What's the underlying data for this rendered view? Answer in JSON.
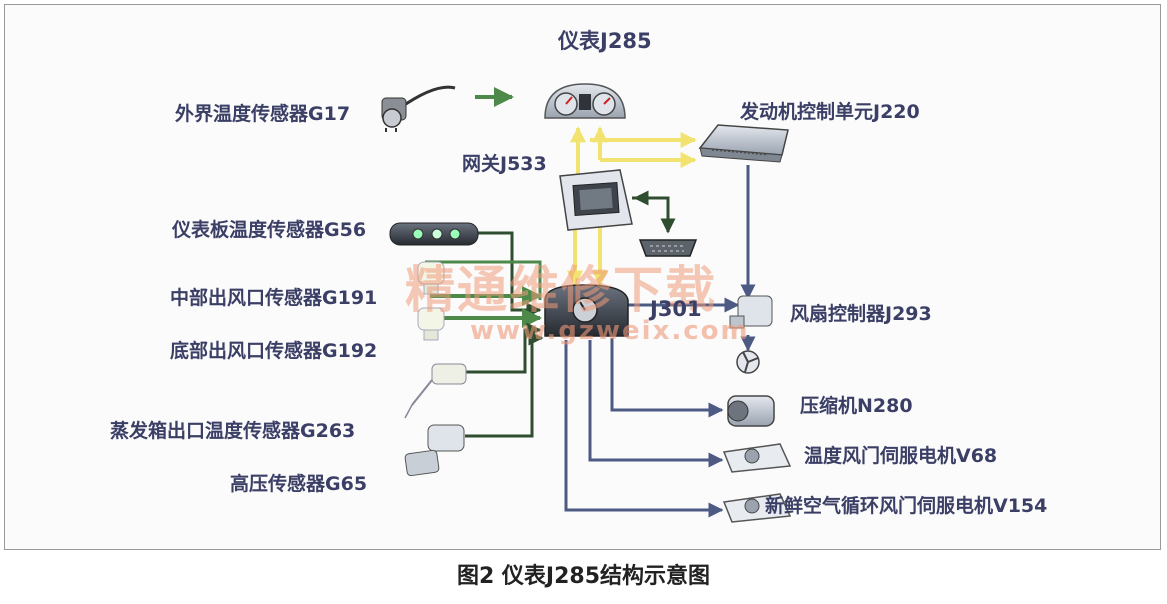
{
  "labels": {
    "j285": "仪表J285",
    "g17": "外界温度传感器G17",
    "j220": "发动机控制单元J220",
    "j533": "网关J533",
    "g56": "仪表板温度传感器G56",
    "g191": "中部出风口传感器G191",
    "g192": "底部出风口传感器G192",
    "j301": "J301",
    "j293": "风扇控制器J293",
    "g263": "蒸发箱出口温度传感器G263",
    "n280": "压缩机N280",
    "v68": "温度风门伺服电机V68",
    "g65": "高压传感器G65",
    "v154": "新鲜空气循环风门伺服电机V154"
  },
  "watermark": {
    "text": "精通维修下载",
    "url": "www.gzweix.com"
  },
  "caption": "图2 仪表J285结构示意图",
  "colors": {
    "label": "#3b3f66",
    "green_link": "#4d8a4a",
    "dark_green_link": "#2f4d2f",
    "yellow_bus": "#f2e270",
    "blue_link": "#4d5a84",
    "watermark": "#ee9a7a"
  }
}
